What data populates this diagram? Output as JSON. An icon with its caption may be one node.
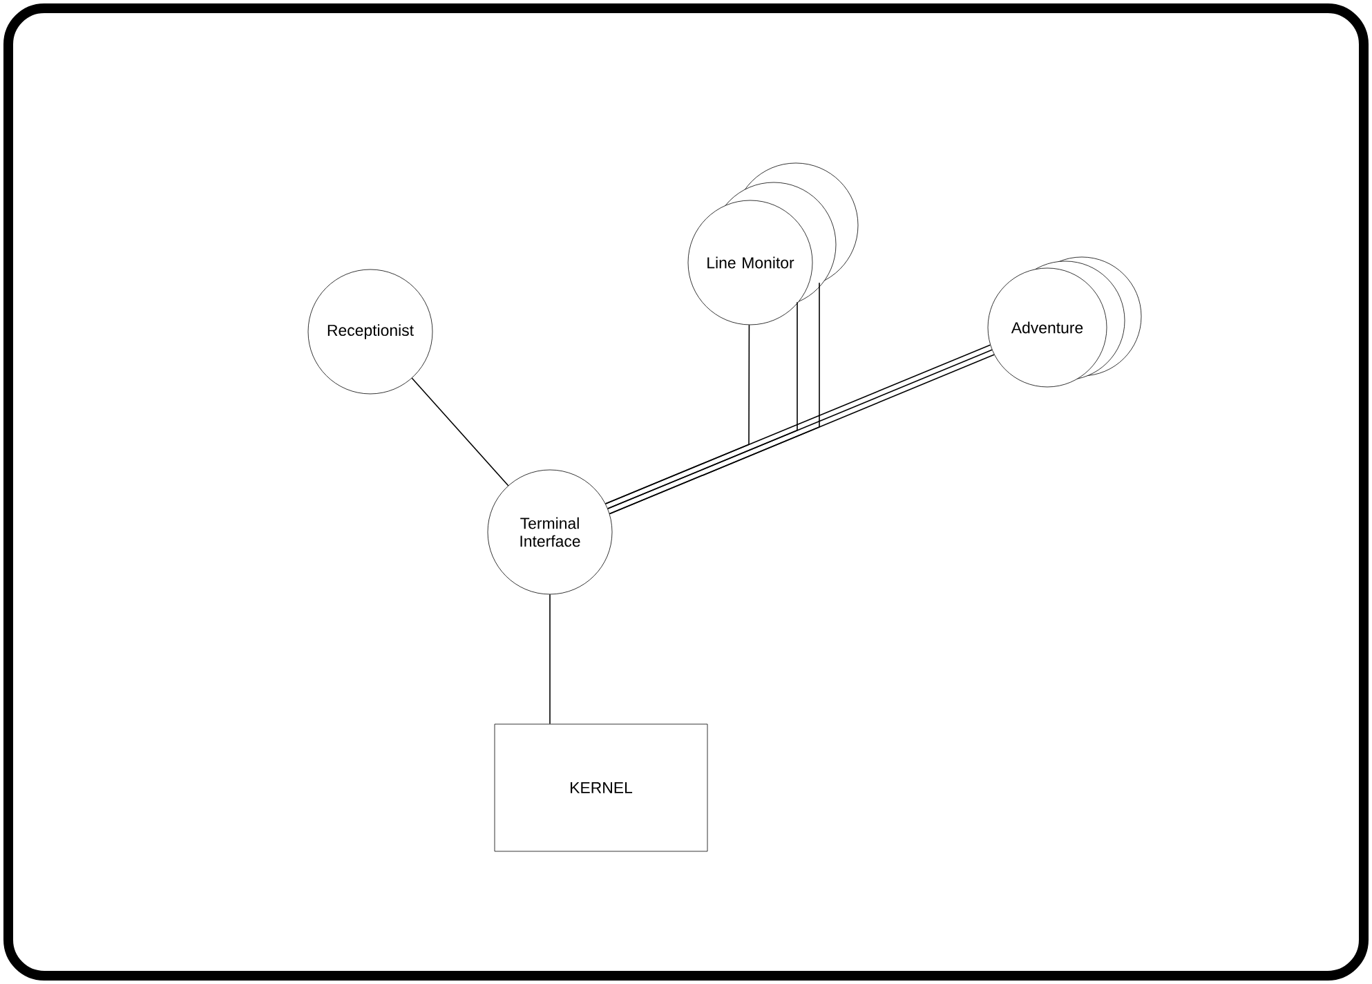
{
  "diagram": {
    "nodes": [
      {
        "text": [
          "Receptionist"
        ]
      },
      {
        "text": [
          "Line Monitor"
        ]
      },
      {
        "text": [
          "Adventure"
        ]
      },
      {
        "text": [
          "Terminal Interface"
        ]
      },
      {
        "text": [
          "KERNEL"
        ]
      }
    ],
    "edges": [
      {
        "from": 0,
        "to": 3,
        "arrow": "none"
      },
      {
        "from": 1,
        "to": 3,
        "arrow": "none"
      },
      {
        "from": 1,
        "to": 3,
        "arrow": "none"
      },
      {
        "from": 1,
        "to": 3,
        "arrow": "none"
      },
      {
        "from": 3,
        "to": 2,
        "arrow": "none"
      },
      {
        "from": 3,
        "to": 2,
        "arrow": "none"
      },
      {
        "from": 3,
        "to": 2,
        "arrow": "none"
      },
      {
        "from": 3,
        "to": 4,
        "arrow": "none"
      }
    ]
  }
}
